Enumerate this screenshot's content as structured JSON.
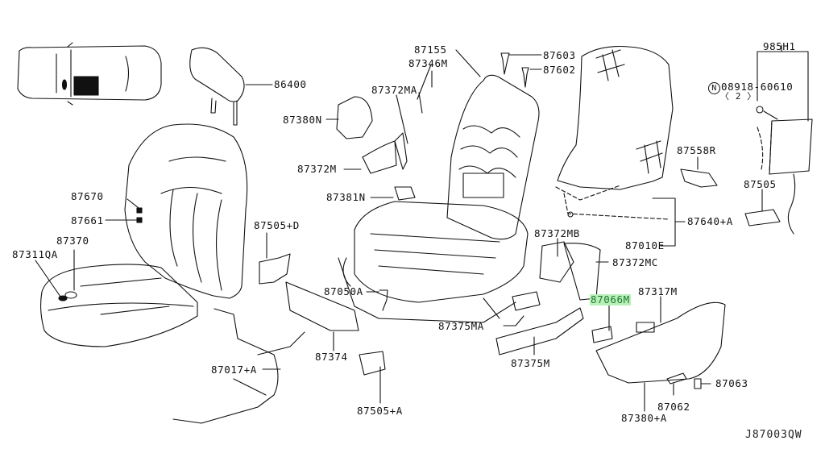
{
  "diagram": {
    "type": "exploded-parts-diagram",
    "subject": "Front seat assembly",
    "diagram_code": "J87003QW",
    "highlight_color": "#b9efb9",
    "highlight_text_color": "#1e7a2e",
    "highlighted_part": "87066M"
  },
  "labels": {
    "p86400": "86400",
    "p87155": "87155",
    "p87346M": "87346M",
    "p87603": "87603",
    "p87602": "87602",
    "p985H1": "985H1",
    "p08918": "08918-60610",
    "p08918_qty": "〈 2 〉",
    "p08918_prefix": "N",
    "p87372MA": "87372MA",
    "p87380N": "87380N",
    "p87372M": "87372M",
    "p87381N": "87381N",
    "p87558R": "87558R",
    "p87505": "87505",
    "p87640A": "87640+A",
    "p87010E": "87010E",
    "p87670": "87670",
    "p87661": "87661",
    "p87505D": "87505+D",
    "p87370": "87370",
    "p87311QA": "87311QA",
    "p87372MB": "87372MB",
    "p87372MC": "87372MC",
    "p87050A": "87050A",
    "p87066M": "87066M",
    "p87317M": "87317M",
    "p87375MA": "87375MA",
    "p87374": "87374",
    "p87375M": "87375M",
    "p87017A": "87017+A",
    "p87063": "87063",
    "p87062": "87062",
    "p87380A": "87380+A",
    "p87505A": "87505+A"
  }
}
